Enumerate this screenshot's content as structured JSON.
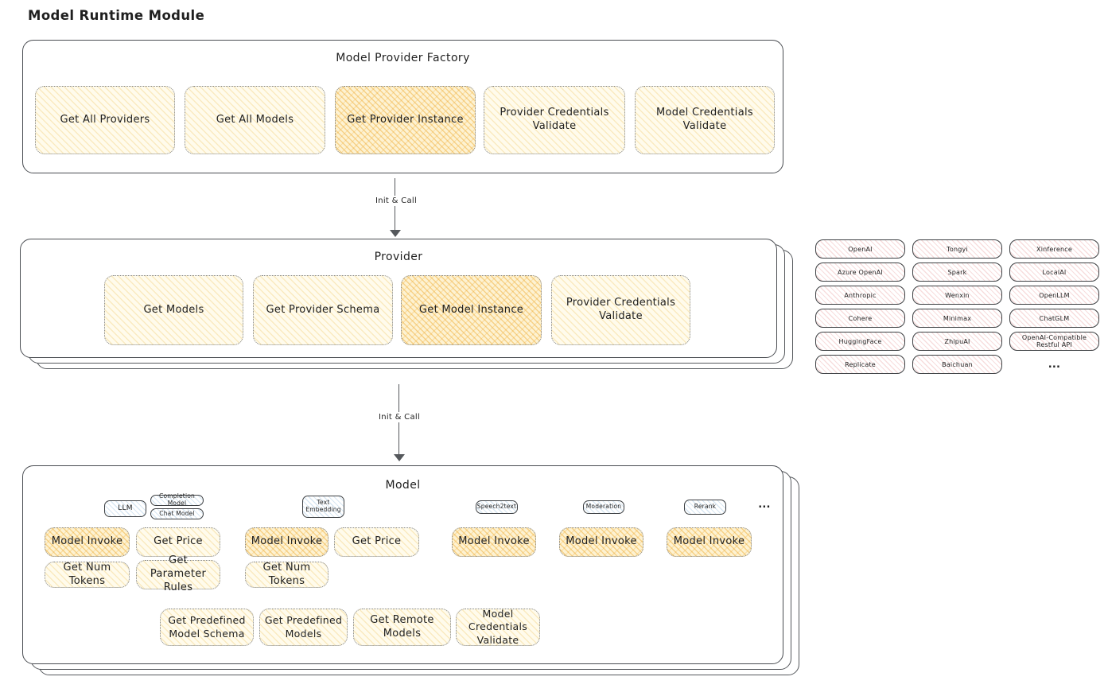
{
  "title": "Model Runtime Module",
  "arrows": {
    "label1": "Init & Call",
    "label2": "Init & Call"
  },
  "factory": {
    "title": "Model Provider Factory",
    "buttons": [
      {
        "label": "Get All Providers",
        "highlight": false
      },
      {
        "label": "Get All Models",
        "highlight": false
      },
      {
        "label": "Get Provider Instance",
        "highlight": true
      },
      {
        "label": "Provider Credentials Validate",
        "highlight": false
      },
      {
        "label": "Model Credentials Validate",
        "highlight": false
      }
    ]
  },
  "provider": {
    "title": "Provider",
    "buttons": [
      {
        "label": "Get Models",
        "highlight": false
      },
      {
        "label": "Get Provider Schema",
        "highlight": false
      },
      {
        "label": "Get Model Instance",
        "highlight": true
      },
      {
        "label": "Provider Credentials Validate",
        "highlight": false
      }
    ]
  },
  "providers_list": {
    "items": [
      "OpenAI",
      "Tongyi",
      "Xinference",
      "Azure OpenAI",
      "Spark",
      "LocalAI",
      "Anthropic",
      "Wenxin",
      "OpenLLM",
      "Cohere",
      "Minimax",
      "ChatGLM",
      "HuggingFace",
      "ZhipuAI",
      "OpenAI-Compatible Restful API",
      "Replicate",
      "Baichuan",
      "..."
    ]
  },
  "model": {
    "title": "Model",
    "tags": [
      {
        "label": "LLM"
      },
      {
        "label": "Completion Model"
      },
      {
        "label": "Chat Model"
      },
      {
        "label": "Text Embedding"
      },
      {
        "label": "Speech2text"
      },
      {
        "label": "Moderation"
      },
      {
        "label": "Rerank"
      },
      {
        "label": "..."
      }
    ],
    "buttons": [
      {
        "label": "Model Invoke",
        "highlight": true
      },
      {
        "label": "Get Price",
        "highlight": false
      },
      {
        "label": "Get Num Tokens",
        "highlight": false
      },
      {
        "label": "Get Parameter Rules",
        "highlight": false
      },
      {
        "label": "Model Invoke",
        "highlight": true
      },
      {
        "label": "Get Price",
        "highlight": false
      },
      {
        "label": "Get Num Tokens",
        "highlight": false
      },
      {
        "label": "Model Invoke",
        "highlight": true
      },
      {
        "label": "Model Invoke",
        "highlight": true
      },
      {
        "label": "Model Invoke",
        "highlight": true
      },
      {
        "label": "Get Predefined Model Schema",
        "highlight": false
      },
      {
        "label": "Get Predefined Models",
        "highlight": false
      },
      {
        "label": "Get Remote Models",
        "highlight": false
      },
      {
        "label": "Model Credentials Validate",
        "highlight": false
      }
    ]
  },
  "colors": {
    "ink": "#1f1f1f",
    "box_border": "#4a4d52",
    "yellow_hatch": "#f2ce78",
    "orange_hatch": "#f0ac3c",
    "pink_hatch": "#e17878",
    "blue_hatch": "#7dafd7"
  }
}
